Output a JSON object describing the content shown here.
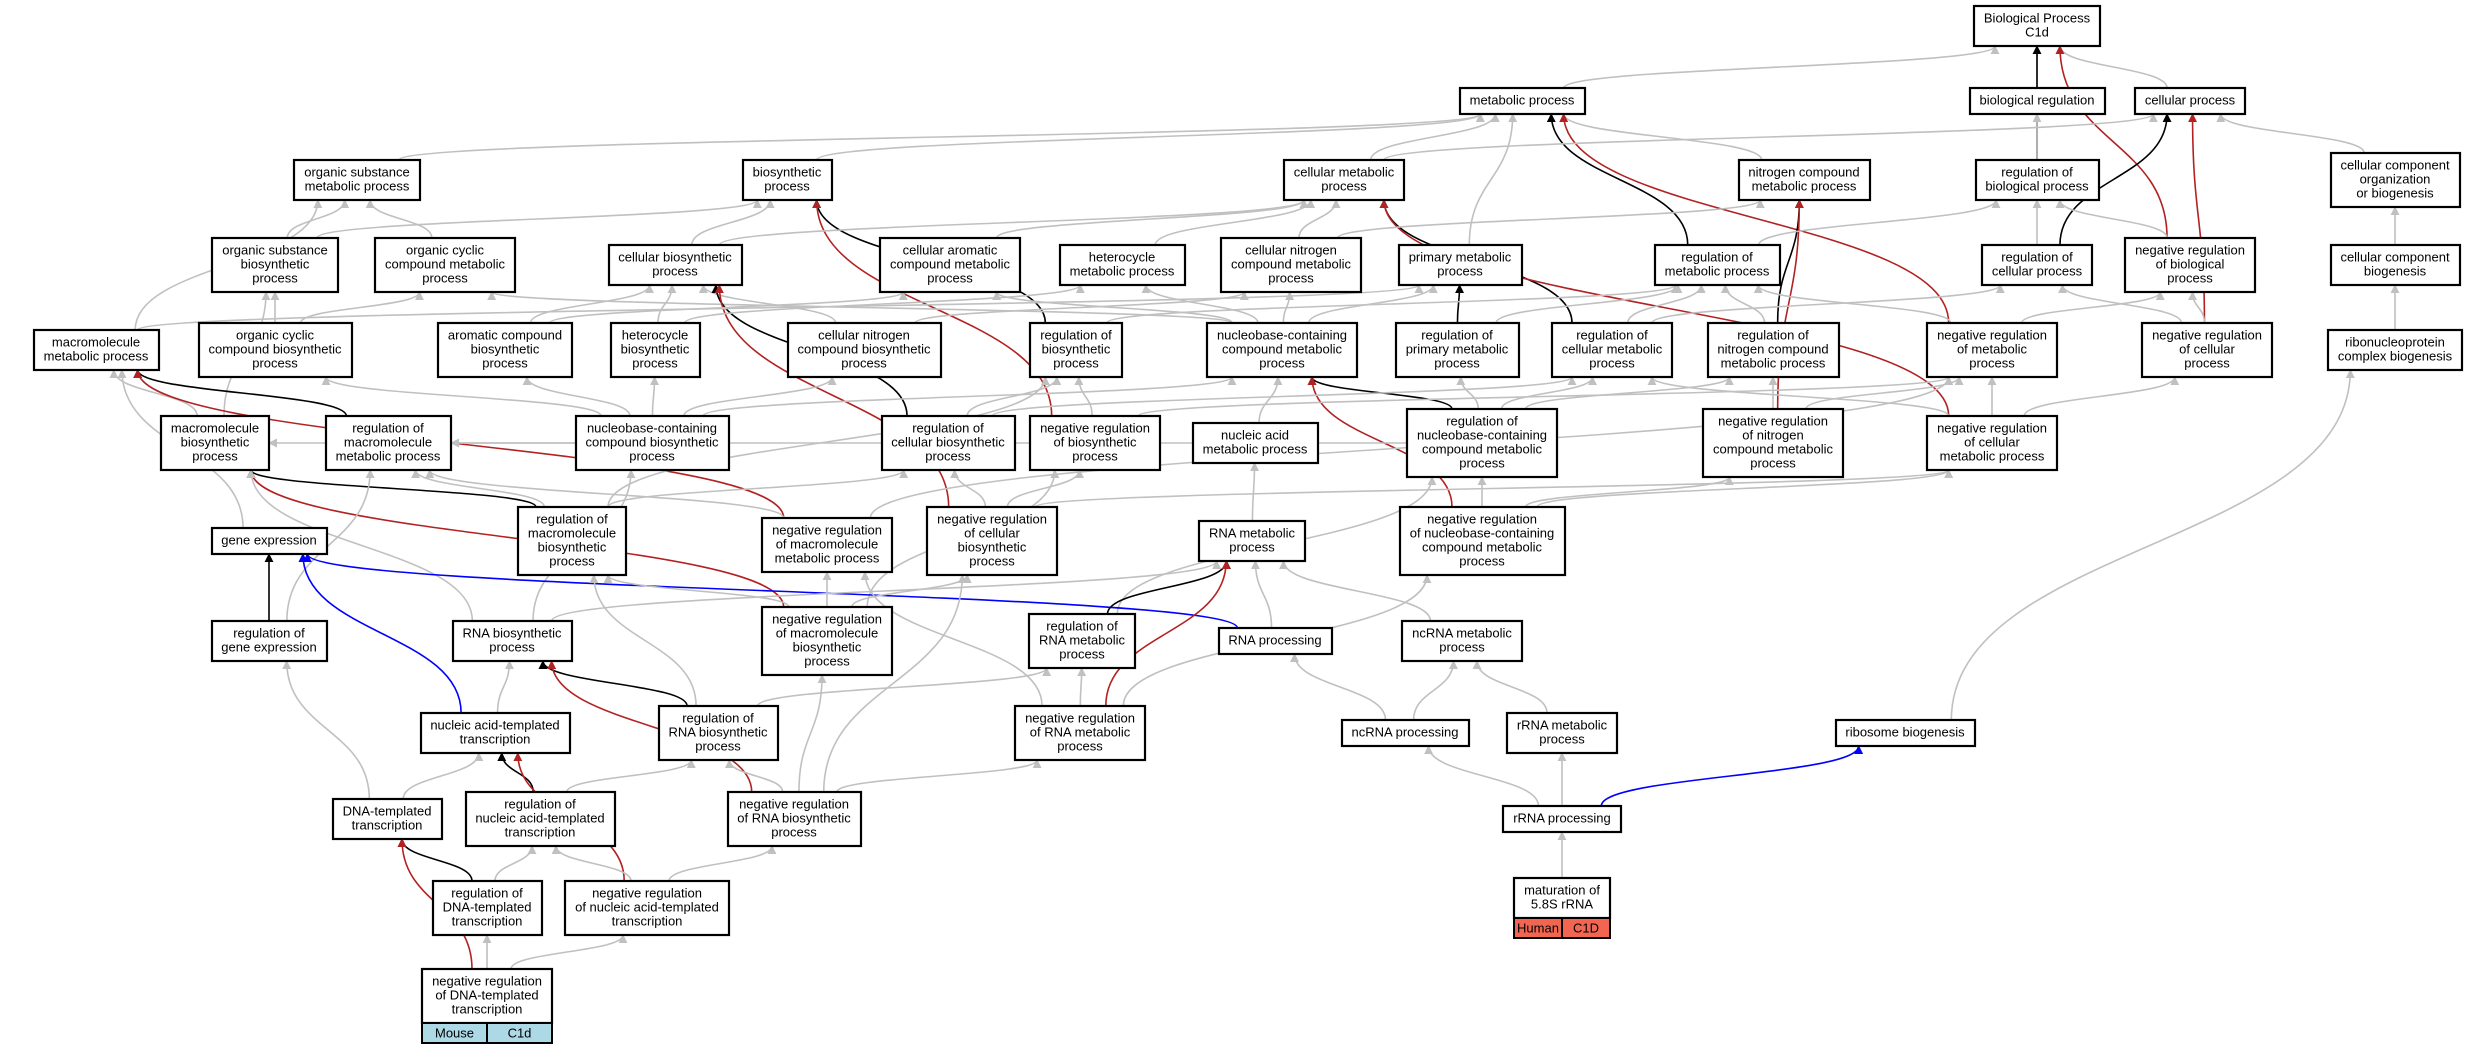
{
  "colors": {
    "edge_default": "#c0c0c0",
    "edge_positive": "#000000",
    "edge_negative": "#b22222",
    "edge_part_of": "#0000ff",
    "tag_human": "#f26551",
    "tag_mouse": "#add8e6"
  },
  "nodes": [
    {
      "id": "bp",
      "lines": [
        "Biological Process",
        "C1d"
      ]
    },
    {
      "id": "metabolic",
      "lines": [
        "metabolic process"
      ]
    },
    {
      "id": "bioreg",
      "lines": [
        "biological regulation"
      ]
    },
    {
      "id": "cellproc",
      "lines": [
        "cellular process"
      ]
    },
    {
      "id": "orgsub",
      "lines": [
        "organic substance",
        "metabolic process"
      ]
    },
    {
      "id": "biosyn",
      "lines": [
        "biosynthetic",
        "process"
      ]
    },
    {
      "id": "cellmet",
      "lines": [
        "cellular metabolic",
        "process"
      ]
    },
    {
      "id": "nitro",
      "lines": [
        "nitrogen compound",
        "metabolic process"
      ]
    },
    {
      "id": "regbio",
      "lines": [
        "regulation of",
        "biological process"
      ]
    },
    {
      "id": "ccorg",
      "lines": [
        "cellular component",
        "organization",
        "or biogenesis"
      ]
    },
    {
      "id": "orgsubbio",
      "lines": [
        "organic substance",
        "biosynthetic",
        "process"
      ]
    },
    {
      "id": "orgcyc",
      "lines": [
        "organic cyclic",
        "compound metabolic",
        "process"
      ]
    },
    {
      "id": "cellbio",
      "lines": [
        "cellular biosynthetic",
        "process"
      ]
    },
    {
      "id": "cellarom",
      "lines": [
        "cellular aromatic",
        "compound metabolic",
        "process"
      ]
    },
    {
      "id": "hetmet",
      "lines": [
        "heterocycle",
        "metabolic process"
      ]
    },
    {
      "id": "cellnitmet",
      "lines": [
        "cellular nitrogen",
        "compound metabolic",
        "process"
      ]
    },
    {
      "id": "primmet",
      "lines": [
        "primary metabolic",
        "process"
      ]
    },
    {
      "id": "regmet",
      "lines": [
        "regulation of",
        "metabolic process"
      ]
    },
    {
      "id": "regcell",
      "lines": [
        "regulation of",
        "cellular process"
      ]
    },
    {
      "id": "negregbio",
      "lines": [
        "negative regulation",
        "of biological",
        "process"
      ]
    },
    {
      "id": "ccbio",
      "lines": [
        "cellular component",
        "biogenesis"
      ]
    },
    {
      "id": "macromet",
      "lines": [
        "macromolecule",
        "metabolic process"
      ]
    },
    {
      "id": "orgcycbio",
      "lines": [
        "organic cyclic",
        "compound biosynthetic",
        "process"
      ]
    },
    {
      "id": "aromcbio",
      "lines": [
        "aromatic compound",
        "biosynthetic",
        "process"
      ]
    },
    {
      "id": "hetbio",
      "lines": [
        "heterocycle",
        "biosynthetic",
        "process"
      ]
    },
    {
      "id": "cellnitbio",
      "lines": [
        "cellular nitrogen",
        "compound biosynthetic",
        "process"
      ]
    },
    {
      "id": "regbiosyn",
      "lines": [
        "regulation of",
        "biosynthetic",
        "process"
      ]
    },
    {
      "id": "nbcmet",
      "lines": [
        "nucleobase-containing",
        "compound metabolic",
        "process"
      ]
    },
    {
      "id": "regprim",
      "lines": [
        "regulation of",
        "primary metabolic",
        "process"
      ]
    },
    {
      "id": "regcellmet",
      "lines": [
        "regulation of",
        "cellular metabolic",
        "process"
      ]
    },
    {
      "id": "regnitro",
      "lines": [
        "regulation of",
        "nitrogen compound",
        "metabolic process"
      ]
    },
    {
      "id": "negregmet",
      "lines": [
        "negative regulation",
        "of metabolic",
        "process"
      ]
    },
    {
      "id": "negregcell",
      "lines": [
        "negative regulation",
        "of cellular",
        "process"
      ]
    },
    {
      "id": "ribonuc",
      "lines": [
        "ribonucleoprotein",
        "complex biogenesis"
      ]
    },
    {
      "id": "macrobio",
      "lines": [
        "macromolecule",
        "biosynthetic",
        "process"
      ]
    },
    {
      "id": "regmacromet",
      "lines": [
        "regulation of",
        "macromolecule",
        "metabolic process"
      ]
    },
    {
      "id": "nbcbio",
      "lines": [
        "nucleobase-containing",
        "compound biosynthetic",
        "process"
      ]
    },
    {
      "id": "regcellbio",
      "lines": [
        "regulation of",
        "cellular biosynthetic",
        "process"
      ]
    },
    {
      "id": "negregbiosyn",
      "lines": [
        "negative regulation",
        "of biosynthetic",
        "process"
      ]
    },
    {
      "id": "nucmet",
      "lines": [
        "nucleic acid",
        "metabolic process"
      ]
    },
    {
      "id": "regnbcmet",
      "lines": [
        "regulation of",
        "nucleobase-containing",
        "compound metabolic",
        "process"
      ]
    },
    {
      "id": "negregnitro",
      "lines": [
        "negative regulation",
        "of nitrogen",
        "compound metabolic",
        "process"
      ]
    },
    {
      "id": "negregcellmet",
      "lines": [
        "negative regulation",
        "of cellular",
        "metabolic process"
      ]
    },
    {
      "id": "geneexp",
      "lines": [
        "gene expression"
      ]
    },
    {
      "id": "regmacrobio",
      "lines": [
        "regulation of",
        "macromolecule",
        "biosynthetic",
        "process"
      ]
    },
    {
      "id": "negregmacromet",
      "lines": [
        "negative regulation",
        "of macromolecule",
        "metabolic process"
      ]
    },
    {
      "id": "negregcellbio",
      "lines": [
        "negative regulation",
        "of cellular",
        "biosynthetic",
        "process"
      ]
    },
    {
      "id": "rnamet",
      "lines": [
        "RNA metabolic",
        "process"
      ]
    },
    {
      "id": "negregnbcmet",
      "lines": [
        "negative regulation",
        "of nucleobase-containing",
        "compound metabolic",
        "process"
      ]
    },
    {
      "id": "reggeneexp",
      "lines": [
        "regulation of",
        "gene expression"
      ]
    },
    {
      "id": "rnabio",
      "lines": [
        "RNA biosynthetic",
        "process"
      ]
    },
    {
      "id": "negregmacrobio",
      "lines": [
        "negative regulation",
        "of macromolecule",
        "biosynthetic",
        "process"
      ]
    },
    {
      "id": "regrnamet",
      "lines": [
        "regulation of",
        "RNA metabolic",
        "process"
      ]
    },
    {
      "id": "rnaproc",
      "lines": [
        "RNA processing"
      ]
    },
    {
      "id": "ncrnamet",
      "lines": [
        "ncRNA metabolic",
        "process"
      ]
    },
    {
      "id": "nattrans",
      "lines": [
        "nucleic acid-templated",
        "transcription"
      ]
    },
    {
      "id": "regrnabio",
      "lines": [
        "regulation of",
        "RNA biosynthetic",
        "process"
      ]
    },
    {
      "id": "negregrnamet",
      "lines": [
        "negative regulation",
        "of RNA metabolic",
        "process"
      ]
    },
    {
      "id": "ncrnaproc",
      "lines": [
        "ncRNA processing"
      ]
    },
    {
      "id": "rrnamet",
      "lines": [
        "rRNA metabolic",
        "process"
      ]
    },
    {
      "id": "ribobio",
      "lines": [
        "ribosome biogenesis"
      ]
    },
    {
      "id": "dnatrans",
      "lines": [
        "DNA-templated",
        "transcription"
      ]
    },
    {
      "id": "regnattrans",
      "lines": [
        "regulation of",
        "nucleic acid-templated",
        "transcription"
      ]
    },
    {
      "id": "negregrnabio",
      "lines": [
        "negative regulation",
        "of RNA biosynthetic",
        "process"
      ]
    },
    {
      "id": "rrnaproc",
      "lines": [
        "rRNA processing"
      ]
    },
    {
      "id": "regdnatrans",
      "lines": [
        "regulation of",
        "DNA-templated",
        "transcription"
      ]
    },
    {
      "id": "negregnattrans",
      "lines": [
        "negative regulation",
        "of nucleic acid-templated",
        "transcription"
      ]
    },
    {
      "id": "mat58s",
      "lines": [
        "maturation of",
        "5.8S rRNA"
      ],
      "tags": [
        "Human",
        "C1D"
      ],
      "tag_color": "#f26551"
    },
    {
      "id": "negregdnatrans",
      "lines": [
        "negative regulation",
        "of DNA-templated",
        "transcription"
      ],
      "tags": [
        "Mouse",
        "C1d"
      ],
      "tag_color": "#add8e6"
    }
  ],
  "edges": [
    [
      "metabolic",
      "bp",
      "g"
    ],
    [
      "bioreg",
      "bp",
      "g"
    ],
    [
      "cellproc",
      "bp",
      "g"
    ],
    [
      "regbio",
      "bp",
      "k"
    ],
    [
      "negregbio",
      "bp",
      "r"
    ],
    [
      "orgsub",
      "metabolic",
      "g"
    ],
    [
      "biosyn",
      "metabolic",
      "g"
    ],
    [
      "cellmet",
      "metabolic",
      "g"
    ],
    [
      "nitro",
      "metabolic",
      "g"
    ],
    [
      "primmet",
      "metabolic",
      "g"
    ],
    [
      "regmet",
      "metabolic",
      "k"
    ],
    [
      "negregmet",
      "metabolic",
      "r"
    ],
    [
      "regbio",
      "bioreg",
      "g"
    ],
    [
      "cellmet",
      "cellproc",
      "g"
    ],
    [
      "regcell",
      "cellproc",
      "k"
    ],
    [
      "negregcell",
      "cellproc",
      "r"
    ],
    [
      "ccorg",
      "cellproc",
      "g"
    ],
    [
      "orgsubbio",
      "orgsub",
      "g"
    ],
    [
      "orgcyc",
      "orgsub",
      "g"
    ],
    [
      "macromet",
      "orgsub",
      "g"
    ],
    [
      "orgsubbio",
      "biosyn",
      "g"
    ],
    [
      "cellbio",
      "biosyn",
      "g"
    ],
    [
      "regbiosyn",
      "biosyn",
      "k"
    ],
    [
      "negregbiosyn",
      "biosyn",
      "r"
    ],
    [
      "cellbio",
      "cellmet",
      "g"
    ],
    [
      "cellarom",
      "cellmet",
      "g"
    ],
    [
      "hetmet",
      "cellmet",
      "g"
    ],
    [
      "cellnitmet",
      "cellmet",
      "g"
    ],
    [
      "regcellmet",
      "cellmet",
      "k"
    ],
    [
      "negregcellmet",
      "cellmet",
      "r"
    ],
    [
      "cellnitmet",
      "nitro",
      "g"
    ],
    [
      "regnitro",
      "nitro",
      "k"
    ],
    [
      "negregnitro",
      "nitro",
      "r"
    ],
    [
      "regmet",
      "regbio",
      "g"
    ],
    [
      "regcell",
      "regbio",
      "g"
    ],
    [
      "negregbio",
      "regbio",
      "g"
    ],
    [
      "ccbio",
      "ccorg",
      "g"
    ],
    [
      "ribonuc",
      "ccbio",
      "g"
    ],
    [
      "ribobio",
      "ribonuc",
      "g"
    ],
    [
      "orgcycbio",
      "orgsubbio",
      "g"
    ],
    [
      "macrobio",
      "orgsubbio",
      "g"
    ],
    [
      "orgcycbio",
      "orgcyc",
      "g"
    ],
    [
      "nbcmet",
      "orgcyc",
      "g"
    ],
    [
      "aromcbio",
      "cellbio",
      "g"
    ],
    [
      "hetbio",
      "cellbio",
      "g"
    ],
    [
      "cellnitbio",
      "cellbio",
      "g"
    ],
    [
      "regcellbio",
      "cellbio",
      "k"
    ],
    [
      "negregcellbio",
      "cellbio",
      "r"
    ],
    [
      "aromcbio",
      "cellarom",
      "g"
    ],
    [
      "nbcmet",
      "cellarom",
      "g"
    ],
    [
      "hetbio",
      "hetmet",
      "g"
    ],
    [
      "nbcmet",
      "hetmet",
      "g"
    ],
    [
      "cellnitbio",
      "cellnitmet",
      "g"
    ],
    [
      "nbcmet",
      "cellnitmet",
      "g"
    ],
    [
      "regprim",
      "primmet",
      "k"
    ],
    [
      "macromet",
      "primmet",
      "g"
    ],
    [
      "nbcmet",
      "primmet",
      "g"
    ],
    [
      "regprim",
      "regmet",
      "g"
    ],
    [
      "regcellmet",
      "regmet",
      "g"
    ],
    [
      "regnitro",
      "regmet",
      "g"
    ],
    [
      "negregmet",
      "regmet",
      "g"
    ],
    [
      "regbiosyn",
      "regmet",
      "g"
    ],
    [
      "regcellmet",
      "regcell",
      "g"
    ],
    [
      "negregcell",
      "regcell",
      "g"
    ],
    [
      "negregmet",
      "negregbio",
      "g"
    ],
    [
      "negregcell",
      "negregbio",
      "g"
    ],
    [
      "macrobio",
      "macromet",
      "g"
    ],
    [
      "regmacromet",
      "macromet",
      "k"
    ],
    [
      "negregmacromet",
      "macromet",
      "r"
    ],
    [
      "geneexp",
      "macromet",
      "g"
    ],
    [
      "nbcbio",
      "orgcycbio",
      "g"
    ],
    [
      "nbcbio",
      "aromcbio",
      "g"
    ],
    [
      "nbcbio",
      "hetbio",
      "g"
    ],
    [
      "nbcbio",
      "cellnitbio",
      "g"
    ],
    [
      "regcellbio",
      "regbiosyn",
      "g"
    ],
    [
      "negregbiosyn",
      "regbiosyn",
      "g"
    ],
    [
      "regmacrobio",
      "regbiosyn",
      "g"
    ],
    [
      "nucmet",
      "nbcmet",
      "g"
    ],
    [
      "regnbcmet",
      "nbcmet",
      "k"
    ],
    [
      "negregnbcmet",
      "nbcmet",
      "r"
    ],
    [
      "nbcbio",
      "nbcmet",
      "g"
    ],
    [
      "regnbcmet",
      "regprim",
      "g"
    ],
    [
      "regnbcmet",
      "regcellmet",
      "g"
    ],
    [
      "negregcellmet",
      "regcellmet",
      "g"
    ],
    [
      "regcellbio",
      "regcellmet",
      "g"
    ],
    [
      "negregnitro",
      "regnitro",
      "g"
    ],
    [
      "regnbcmet",
      "regnitro",
      "g"
    ],
    [
      "negregcellmet",
      "negregmet",
      "g"
    ],
    [
      "negregnitro",
      "negregmet",
      "g"
    ],
    [
      "negregbiosyn",
      "negregmet",
      "g"
    ],
    [
      "negregmacromet",
      "negregmet",
      "g"
    ],
    [
      "negregcellmet",
      "negregcell",
      "g"
    ],
    [
      "regmacrobio",
      "macrobio",
      "k"
    ],
    [
      "negregmacrobio",
      "macrobio",
      "r"
    ],
    [
      "nbcbio",
      "macrobio",
      "g"
    ],
    [
      "rnabio",
      "macrobio",
      "g"
    ],
    [
      "regmacrobio",
      "regmacromet",
      "g"
    ],
    [
      "negregmacromet",
      "regmacromet",
      "g"
    ],
    [
      "reggeneexp",
      "regmacromet",
      "g"
    ],
    [
      "regnbcmet",
      "regmacromet",
      "g"
    ],
    [
      "rnabio",
      "nbcbio",
      "g"
    ],
    [
      "negregcellbio",
      "regcellbio",
      "g"
    ],
    [
      "regmacrobio",
      "regcellbio",
      "g"
    ],
    [
      "negregcellbio",
      "negregbiosyn",
      "g"
    ],
    [
      "negregmacrobio",
      "negregbiosyn",
      "g"
    ],
    [
      "rnamet",
      "nucmet",
      "g"
    ],
    [
      "negregnbcmet",
      "regnbcmet",
      "g"
    ],
    [
      "regrnamet",
      "regnbcmet",
      "g"
    ],
    [
      "negregnbcmet",
      "negregnitro",
      "g"
    ],
    [
      "negregnbcmet",
      "negregcellmet",
      "g"
    ],
    [
      "negregcellbio",
      "negregcellmet",
      "g"
    ],
    [
      "reggeneexp",
      "geneexp",
      "k"
    ],
    [
      "rnaproc",
      "geneexp",
      "b"
    ],
    [
      "nattrans",
      "geneexp",
      "b"
    ],
    [
      "negregmacrobio",
      "regmacrobio",
      "g"
    ],
    [
      "regrnabio",
      "regmacrobio",
      "g"
    ],
    [
      "negregmacrobio",
      "negregmacromet",
      "g"
    ],
    [
      "negregrnamet",
      "negregmacromet",
      "g"
    ],
    [
      "negregmacrobio",
      "negregcellbio",
      "g"
    ],
    [
      "negregrnabio",
      "negregcellbio",
      "g"
    ],
    [
      "regrnamet",
      "rnamet",
      "k"
    ],
    [
      "negregrnamet",
      "rnamet",
      "r"
    ],
    [
      "rnabio",
      "rnamet",
      "g"
    ],
    [
      "rnaproc",
      "rnamet",
      "g"
    ],
    [
      "ncrnamet",
      "rnamet",
      "g"
    ],
    [
      "negregrnamet",
      "negregnbcmet",
      "g"
    ],
    [
      "dnatrans",
      "reggeneexp",
      "g"
    ],
    [
      "nattrans",
      "rnabio",
      "g"
    ],
    [
      "regrnabio",
      "rnabio",
      "k"
    ],
    [
      "negregrnabio",
      "rnabio",
      "r"
    ],
    [
      "negregrnabio",
      "negregmacrobio",
      "g"
    ],
    [
      "regrnabio",
      "regrnamet",
      "g"
    ],
    [
      "negregrnamet",
      "regrnamet",
      "g"
    ],
    [
      "ncrnaproc",
      "rnaproc",
      "g"
    ],
    [
      "ncrnaproc",
      "ncrnamet",
      "g"
    ],
    [
      "rrnamet",
      "ncrnamet",
      "g"
    ],
    [
      "dnatrans",
      "nattrans",
      "g"
    ],
    [
      "regnattrans",
      "nattrans",
      "k"
    ],
    [
      "negregnattrans",
      "nattrans",
      "r"
    ],
    [
      "regnattrans",
      "regrnabio",
      "g"
    ],
    [
      "negregrnabio",
      "regrnabio",
      "g"
    ],
    [
      "negregrnabio",
      "negregrnamet",
      "g"
    ],
    [
      "rrnaproc",
      "ncrnaproc",
      "g"
    ],
    [
      "rrnaproc",
      "rrnamet",
      "g"
    ],
    [
      "rrnaproc",
      "ribobio",
      "b"
    ],
    [
      "regdnatrans",
      "dnatrans",
      "k"
    ],
    [
      "negregdnatrans",
      "dnatrans",
      "r"
    ],
    [
      "regdnatrans",
      "regnattrans",
      "g"
    ],
    [
      "negregnattrans",
      "regnattrans",
      "g"
    ],
    [
      "negregnattrans",
      "negregrnabio",
      "g"
    ],
    [
      "mat58s",
      "rrnaproc",
      "g"
    ],
    [
      "negregdnatrans",
      "regdnatrans",
      "g"
    ],
    [
      "negregdnatrans",
      "negregnattrans",
      "g"
    ]
  ]
}
